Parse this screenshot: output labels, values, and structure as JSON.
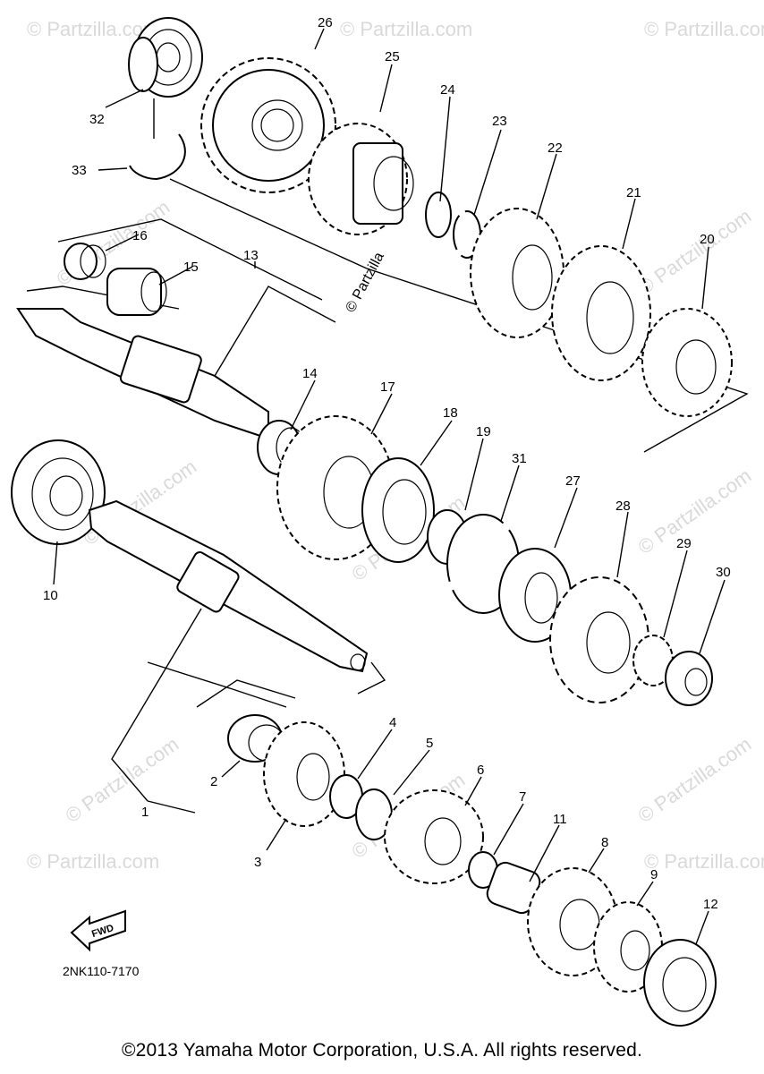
{
  "watermark": "© Partzilla.com",
  "center_watermark": "© Partzilla",
  "diagram_code": "2NK110-7170",
  "fwd_label": "FWD",
  "copyright": "©2013 Yamaha Motor Corporation, U.S.A. All rights reserved.",
  "callouts": {
    "c1": "1",
    "c2": "2",
    "c3": "3",
    "c4": "4",
    "c5": "5",
    "c6": "6",
    "c7": "7",
    "c8": "8",
    "c9": "9",
    "c10": "10",
    "c11": "11",
    "c12": "12",
    "c13": "13",
    "c14": "14",
    "c15": "15",
    "c16": "16",
    "c17": "17",
    "c18": "18",
    "c19": "19",
    "c20": "20",
    "c21": "21",
    "c22": "22",
    "c23": "23",
    "c24": "24",
    "c25": "25",
    "c26": "26",
    "c27": "27",
    "c28": "28",
    "c29": "29",
    "c30": "30",
    "c31": "31",
    "c32": "32",
    "c33": "33"
  }
}
